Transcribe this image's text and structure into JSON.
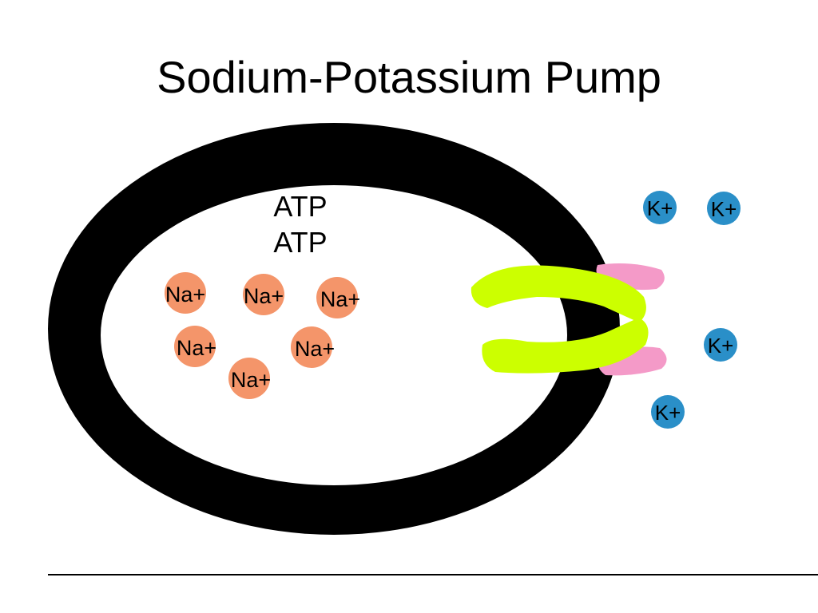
{
  "title": "Sodium-Potassium Pump",
  "atp_labels": [
    "ATP",
    "ATP"
  ],
  "sodium_ions": [
    "Na+",
    "Na+",
    "Na+",
    "Na+",
    "Na+",
    "Na+"
  ],
  "potassium_ions": [
    "K+",
    "K+",
    "K+",
    "K+"
  ],
  "colors": {
    "membrane": "#000000",
    "sodium": "#f4956a",
    "potassium": "#2a8fc8",
    "pump_protein": "#ccff00",
    "binding_site": "#f49ac8"
  }
}
